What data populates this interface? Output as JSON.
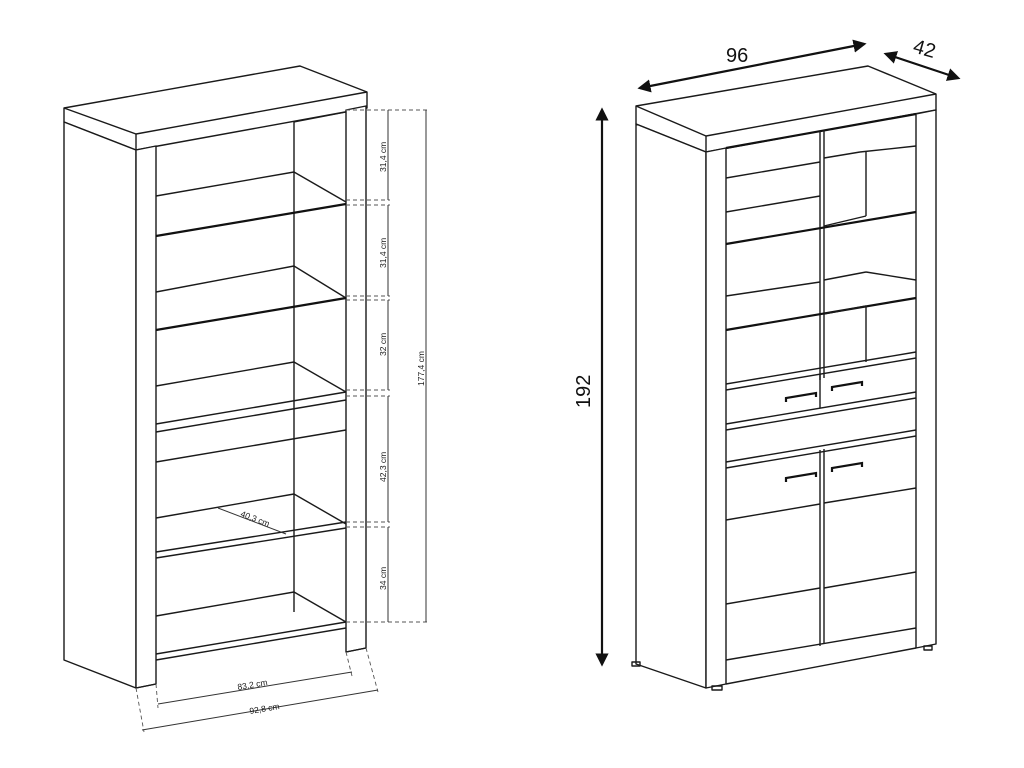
{
  "labels": {
    "shelf_1": "31,4 cm",
    "shelf_2": "31,4 cm",
    "shelf_3": "32 cm",
    "shelf_4": "42,3 cm",
    "shelf_5": "34 cm",
    "inner_height": "177,4 cm",
    "inner_depth": "40,3 cm",
    "inner_width": "83,2 cm",
    "outer_width": "92,8 cm",
    "width": "96",
    "depth": "42",
    "height": "192"
  }
}
